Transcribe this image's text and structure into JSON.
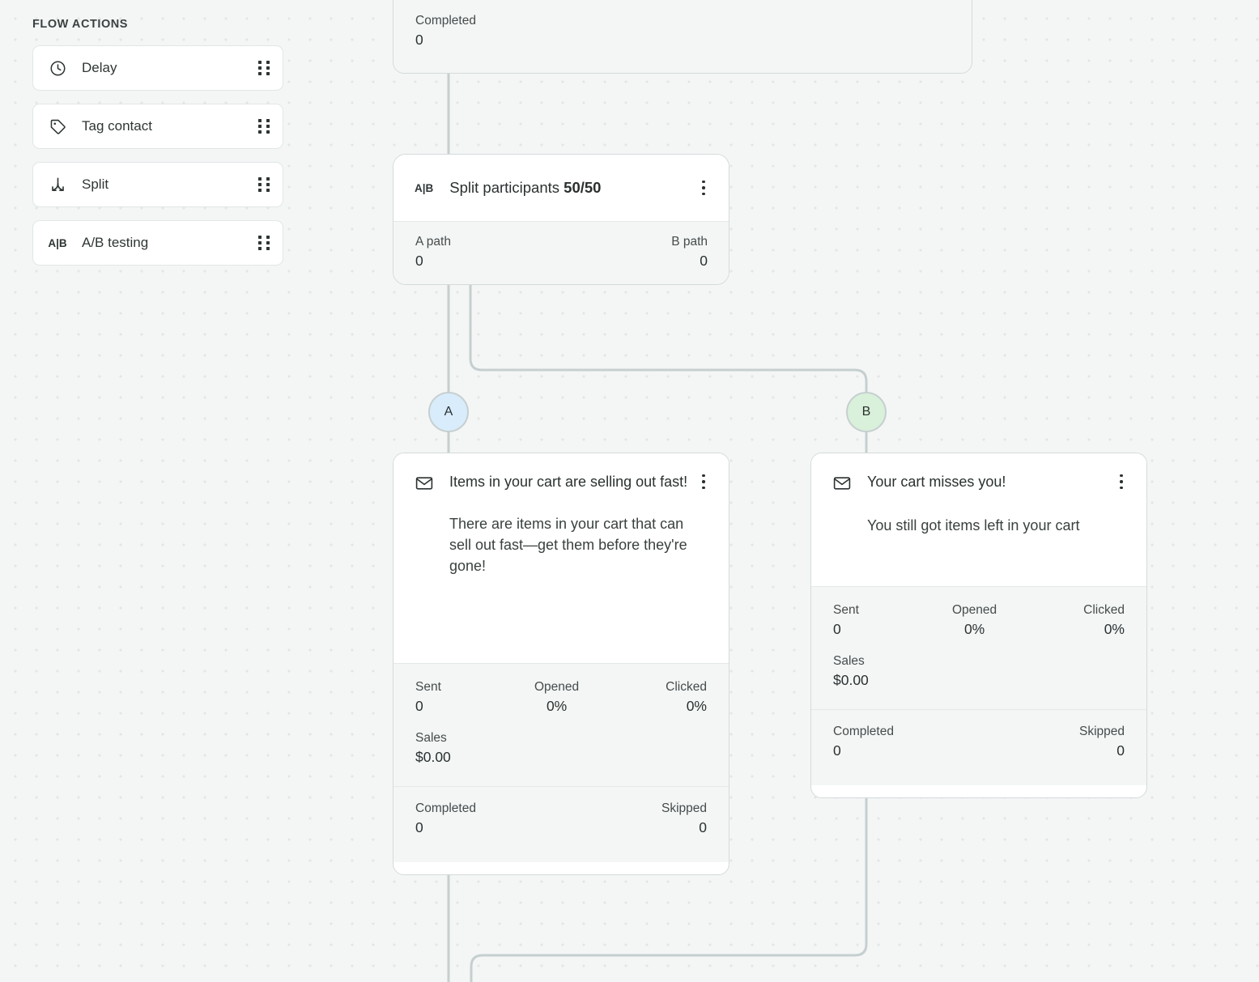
{
  "theme": {
    "canvas_bg": "#f4f6f6",
    "dot_color": "#e3e6e6",
    "connector_color": "#c6cfcf",
    "card_border": "#d4dada",
    "badge_a_bg": "#d9ecfb",
    "badge_b_bg": "#d9f0da",
    "text_primary": "#2a3030",
    "text_secondary": "#454b4b"
  },
  "sidebar": {
    "title": "FLOW ACTIONS",
    "items": [
      {
        "label": "Delay",
        "icon": "clock-icon",
        "handle": "drag-handle-icon"
      },
      {
        "label": "Tag contact",
        "icon": "tag-icon",
        "handle": "drag-handle-icon"
      },
      {
        "label": "Split",
        "icon": "split-icon",
        "handle": "drag-handle-icon"
      },
      {
        "label": "A/B testing",
        "icon": "ab-test-icon",
        "handle": "drag-handle-icon",
        "glyph": "A|B"
      }
    ]
  },
  "flow": {
    "top_node": {
      "stats": [
        {
          "label": "Completed",
          "value": "0"
        }
      ]
    },
    "split_node": {
      "glyph": "A|B",
      "title_prefix": "Split participants",
      "title_value": "50/50",
      "menu": "kebab-menu-icon",
      "paths": [
        {
          "label": "A path",
          "value": "0"
        },
        {
          "label": "B path",
          "value": "0"
        }
      ]
    },
    "badges": [
      {
        "label": "A",
        "color": "#d9ecfb"
      },
      {
        "label": "B",
        "color": "#d9f0da"
      }
    ],
    "email_a": {
      "icon": "mail-icon",
      "subject": "Items in your cart are selling out fast!",
      "preview": "There are items in your cart that can sell out fast—get them before they're gone!",
      "menu": "kebab-menu-icon",
      "stats": [
        {
          "label": "Sent",
          "value": "0"
        },
        {
          "label": "Opened",
          "value": "0%"
        },
        {
          "label": "Clicked",
          "value": "0%"
        }
      ],
      "sales": {
        "label": "Sales",
        "value": "$0.00"
      },
      "footer": [
        {
          "label": "Completed",
          "value": "0"
        },
        {
          "label": "Skipped",
          "value": "0"
        }
      ]
    },
    "email_b": {
      "icon": "mail-icon",
      "subject": "Your cart misses you!",
      "preview": "You still got items left in your cart",
      "menu": "kebab-menu-icon",
      "stats": [
        {
          "label": "Sent",
          "value": "0"
        },
        {
          "label": "Opened",
          "value": "0%"
        },
        {
          "label": "Clicked",
          "value": "0%"
        }
      ],
      "sales": {
        "label": "Sales",
        "value": "$0.00"
      },
      "footer": [
        {
          "label": "Completed",
          "value": "0"
        },
        {
          "label": "Skipped",
          "value": "0"
        }
      ]
    }
  }
}
